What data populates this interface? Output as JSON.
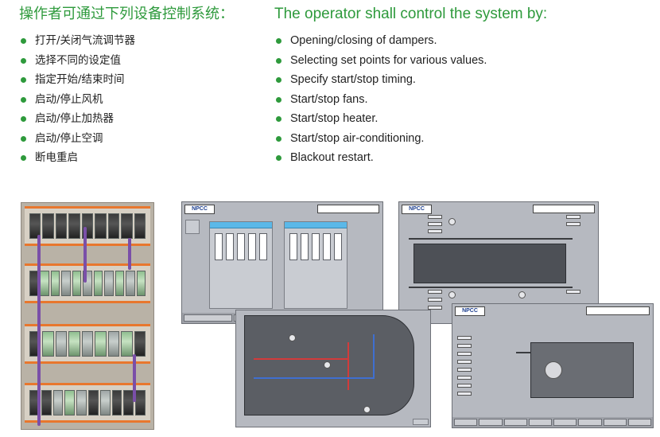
{
  "chinese": {
    "heading": "操作者可通过下列设备控制系统：",
    "items": [
      {
        "label": "打开/关闭气流调节器"
      },
      {
        "label": "选择不同的设定值"
      },
      {
        "label": "指定开始/结束时间"
      },
      {
        "label": "启动/停止风机"
      },
      {
        "label": "启动/停止加热器"
      },
      {
        "label": "启动/停止空调"
      },
      {
        "label": "断电重启"
      }
    ]
  },
  "english": {
    "heading": "The operator shall control the system by:",
    "items": [
      {
        "label": "Opening/closing of dampers."
      },
      {
        "label": "Selecting set points for various values."
      },
      {
        "label": "Specify start/stop timing."
      },
      {
        "label": "Start/stop fans."
      },
      {
        "label": "Start/stop heater."
      },
      {
        "label": "Start/stop air-conditioning."
      },
      {
        "label": "Blackout restart."
      }
    ]
  },
  "screens": {
    "logo": "NPCC"
  },
  "colors": {
    "accent_green": "#2e9a3c",
    "panel_header_blue": "#5bb8e8",
    "screen_grey": "#b6b9c0",
    "cable_purple": "#7a4fa8",
    "rail_orange": "#e8772e"
  }
}
